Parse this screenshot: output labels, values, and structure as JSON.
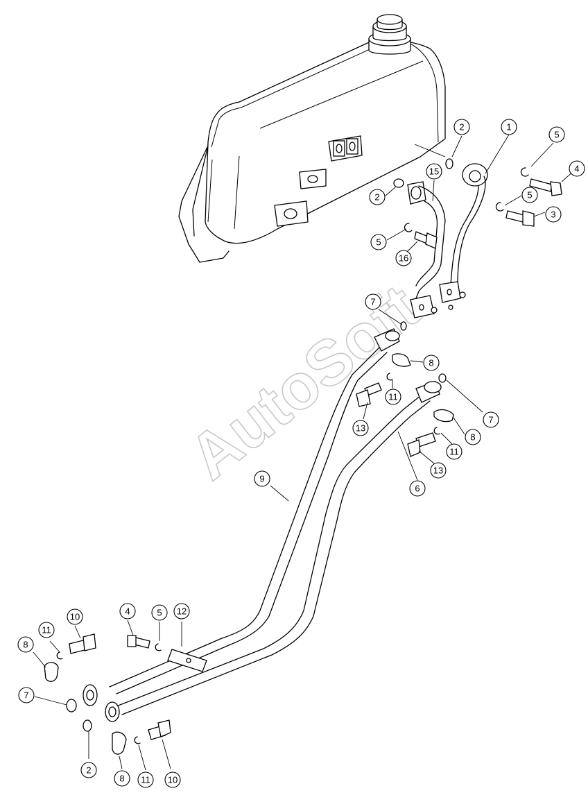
{
  "watermark": "AutoSoft",
  "callouts": [
    {
      "id": "c1",
      "label": "1"
    },
    {
      "id": "c2a",
      "label": "2"
    },
    {
      "id": "c2b",
      "label": "2"
    },
    {
      "id": "c2c",
      "label": "2"
    },
    {
      "id": "c3",
      "label": "3"
    },
    {
      "id": "c4a",
      "label": "4"
    },
    {
      "id": "c4b",
      "label": "4"
    },
    {
      "id": "c5a",
      "label": "5"
    },
    {
      "id": "c5b",
      "label": "5"
    },
    {
      "id": "c5c",
      "label": "5"
    },
    {
      "id": "c5d",
      "label": "5"
    },
    {
      "id": "c6",
      "label": "6"
    },
    {
      "id": "c7a",
      "label": "7"
    },
    {
      "id": "c7b",
      "label": "7"
    },
    {
      "id": "c7c",
      "label": "7"
    },
    {
      "id": "c8a",
      "label": "8"
    },
    {
      "id": "c8b",
      "label": "8"
    },
    {
      "id": "c8c",
      "label": "8"
    },
    {
      "id": "c8d",
      "label": "8"
    },
    {
      "id": "c9",
      "label": "9"
    },
    {
      "id": "c10a",
      "label": "10"
    },
    {
      "id": "c10b",
      "label": "10"
    },
    {
      "id": "c11a",
      "label": "11"
    },
    {
      "id": "c11b",
      "label": "11"
    },
    {
      "id": "c11c",
      "label": "11"
    },
    {
      "id": "c11d",
      "label": "11"
    },
    {
      "id": "c12",
      "label": "12"
    },
    {
      "id": "c13a",
      "label": "13"
    },
    {
      "id": "c13b",
      "label": "13"
    },
    {
      "id": "c15",
      "label": "15"
    },
    {
      "id": "c16",
      "label": "16"
    }
  ]
}
